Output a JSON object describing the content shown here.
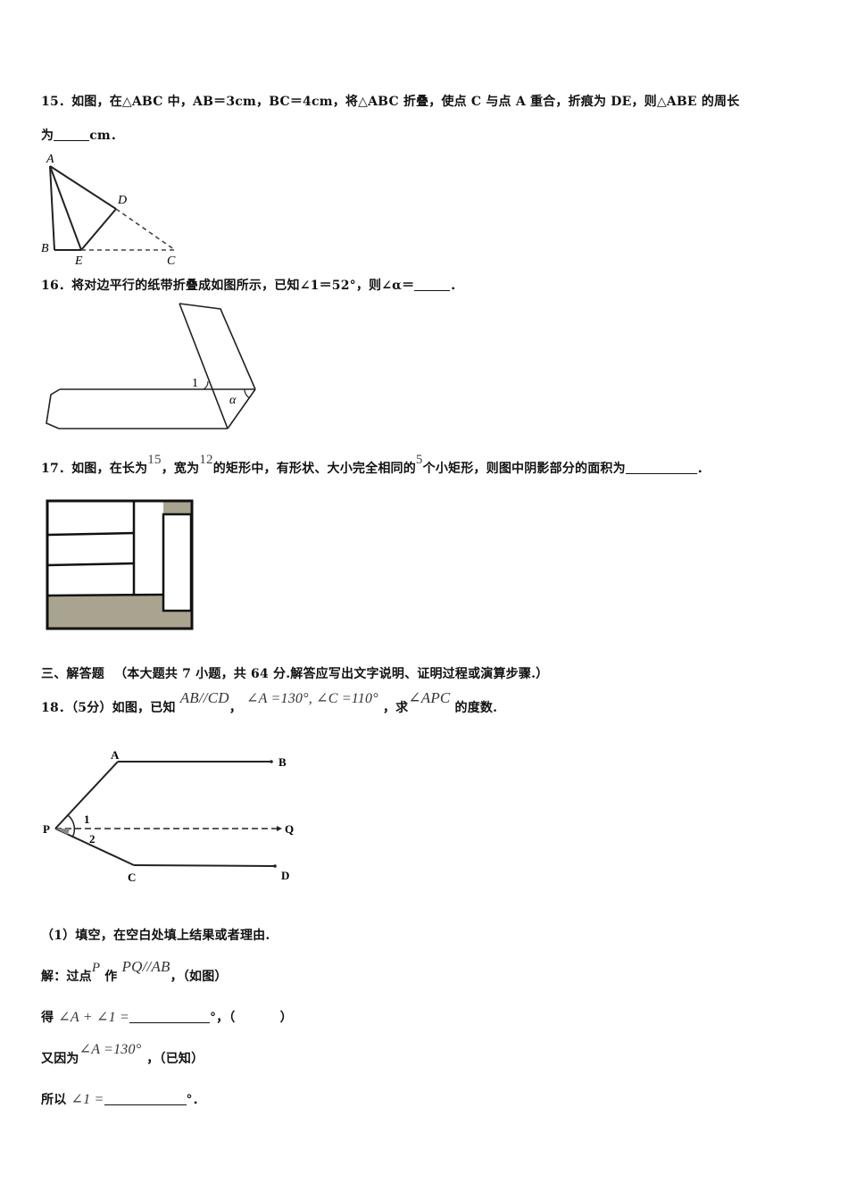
{
  "questions": {
    "q15": {
      "number": "15．",
      "text": "如图，在△ABC 中，AB＝3cm，BC＝4cm，将△ABC 折叠，使点 C 与点 A 重合，折痕为 DE，则△ABE 的周长",
      "text2_prefix": "为",
      "text2_suffix": "cm．",
      "figure_labels": {
        "A": "A",
        "B": "B",
        "C": "C",
        "D": "D",
        "E": "E"
      }
    },
    "q16": {
      "number": "16．",
      "text": "将对边平行的纸带折叠成如图所示，已知∠1＝52°，则∠α＝",
      "suffix": "．",
      "figure_labels": {
        "angle1": "1",
        "alpha": "α"
      }
    },
    "q17": {
      "number": "17．",
      "text_a": "如图，在长为",
      "length": "15",
      "text_b": "，宽为",
      "width": "12",
      "text_c": "的矩形中，有形状、大小完全相同的",
      "count": "5",
      "text_d": "个小矩形，则图中阴影部分的面积为",
      "suffix": "．"
    },
    "section3": {
      "title": "三、解答题",
      "note": "（本大题共 7 小题，共 64 分.解答应写出文字说明、证明过程或演算步骤.）"
    },
    "q18": {
      "number": "18．",
      "score": "（5分）",
      "text_a": "如图，已知",
      "parallel": "AB//CD",
      "comma": "，",
      "angles": "∠A =130°, ∠C =110°",
      "text_b": "，求",
      "target": "∠APC",
      "text_c": "的度数.",
      "figure_labels": {
        "A": "A",
        "B": "B",
        "P": "P",
        "Q": "Q",
        "C": "C",
        "D": "D",
        "one": "1",
        "two": "2"
      },
      "part1": "（1）填空，在空白处填上结果或者理由.",
      "sol_a": "解：过点",
      "sol_p": "P",
      "sol_b": "作",
      "sol_pq": "PQ//AB",
      "sol_c": "，（如图）",
      "step1_a": "得",
      "step1_math": "∠A + ∠1 =",
      "step1_b": "°，（",
      "step1_c": "）",
      "step2_a": "又因为",
      "step2_math": "∠A =130°",
      "step2_b": "，（已知）",
      "step3_a": "所以",
      "step3_math": "∠1 =",
      "step3_b": "°．"
    }
  }
}
